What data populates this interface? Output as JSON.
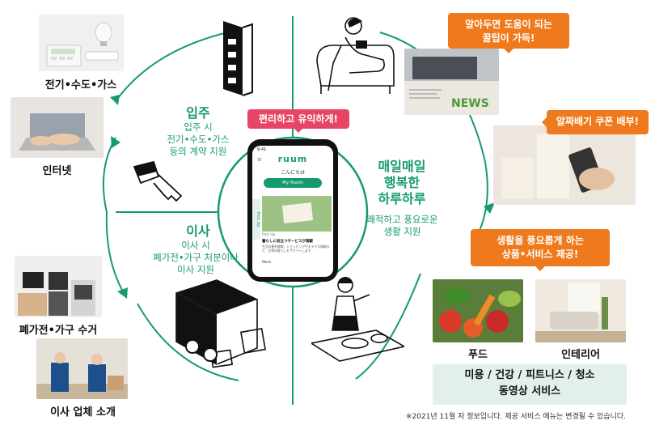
{
  "colors": {
    "accent_green": "#169a6f",
    "orange": "#ef7a1d",
    "pink": "#e74566",
    "light_green_bg": "#e3f0ea"
  },
  "left": {
    "utilities_label": "전기•수도•가스",
    "internet_label": "인터넷",
    "appliance_label": "폐가전•가구 수거",
    "moving_company_label": "이사 업체 소개"
  },
  "movein": {
    "title": "입주",
    "lines": [
      "입주 시",
      "전기•수도•가스",
      "등의 계약 지원"
    ]
  },
  "moving": {
    "title": "이사",
    "lines": [
      "이사 시",
      "폐가전•가구 처분이나",
      "이사 지원"
    ]
  },
  "daily": {
    "title_lines": [
      "매일매일",
      "행복한",
      "하루하루"
    ],
    "lines": [
      "쾌적하고 풍요로운",
      "생활 지원"
    ]
  },
  "center": {
    "bubble": "편리하고 유익하게!",
    "app": {
      "time": "9:41",
      "logo": "ruum",
      "greeting": "こんにちは",
      "my_home_button": "My Room",
      "tab_label": "Pick Up",
      "article_tag": "Pick Up",
      "article_title": "暮らしに役立つサービスが満載",
      "article_text": "生活の便利情報、ショッピングやおトクな情報など、日常の暮らしをサポートします",
      "more_label": "More"
    }
  },
  "right": {
    "bubble_tips": [
      "알아두면 도움이 되는",
      "꿀팁이 가득!"
    ],
    "news_word": "NEWS",
    "bubble_coupon": "알짜배기 쿠폰 배부!",
    "bubble_products": [
      "생활을 풍요롭게 하는",
      "상품•서비스 제공!"
    ],
    "food_label": "푸드",
    "interior_label": "인테리어",
    "services_lines": [
      "미용 / 건강 / 피트니스 / 청소",
      "동영상 서비스"
    ]
  },
  "footnote": "※2021년 11월 자 정보입니다. 제공 서비스 메뉴는 변경될 수 있습니다."
}
